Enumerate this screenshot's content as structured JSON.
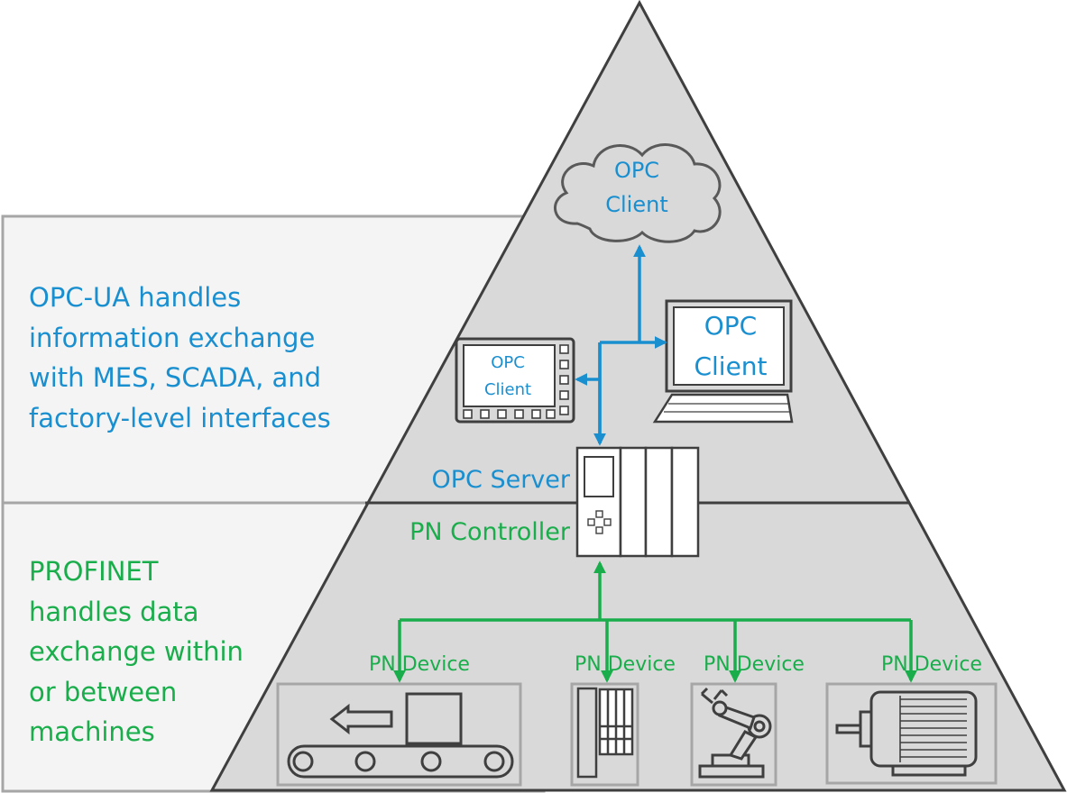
{
  "colors": {
    "opc_blue": "#1a8fd0",
    "profinet_green": "#1aad4b",
    "pyramid_fill": "#d9d9d9",
    "panel_fill": "#f4f4f4",
    "outline": "#3f3f3f"
  },
  "left_panel": {
    "opcua_lines": [
      "OPC-UA handles",
      "information exchange",
      "with MES, SCADA, and",
      "factory-level interfaces"
    ],
    "profinet_lines": [
      "PROFINET",
      "handles data",
      "exchange within",
      "or between",
      "machines"
    ]
  },
  "opc_clients": {
    "cloud": [
      "OPC",
      "Client"
    ],
    "hmi": [
      "OPC",
      "Client"
    ],
    "laptop": [
      "OPC",
      "Client"
    ]
  },
  "controller": {
    "opc_server_label": "OPC Server",
    "pn_controller_label": "PN Controller"
  },
  "devices": [
    {
      "label": "PN Device",
      "icon": "conveyor-icon"
    },
    {
      "label": "PN Device",
      "icon": "io-module-icon"
    },
    {
      "label": "PN Device",
      "icon": "robot-arm-icon"
    },
    {
      "label": "PN Device",
      "icon": "motor-icon"
    }
  ]
}
